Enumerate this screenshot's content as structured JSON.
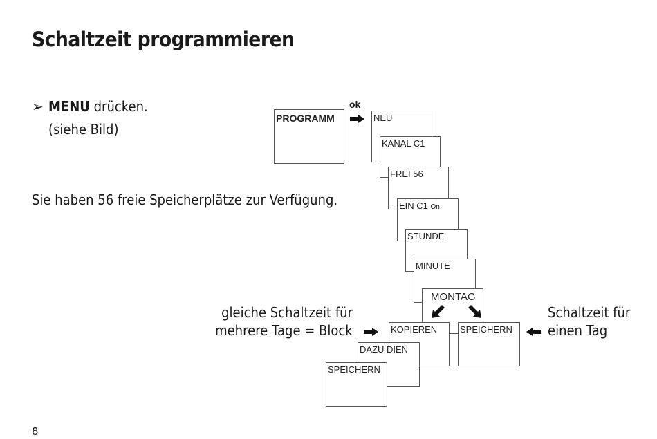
{
  "page": {
    "title": "Schaltzeit programmieren",
    "step_menu_bold": "MENU",
    "step_menu_rest": " drücken.",
    "step_menu_note": "(siehe Bild)",
    "info": "Sie haben 56 freie Speicherplätze zur Verfügung.",
    "page_number": "8"
  },
  "diagram": {
    "ok_label": "ok",
    "programm": "PROGRAMM",
    "steps": {
      "neu": "NEU",
      "kanal": "KANAL C1",
      "frei": "FREI  56",
      "ein": "EIN C1 ",
      "ein_sub": "On",
      "stunde": "STUNDE",
      "minute": "MINUTE",
      "montag": "MONTAG",
      "kopieren": "KOPIEREN",
      "speichern_right": "SPEICHERN",
      "dazu": "DAZU DIEN",
      "speichern_left": "SPEICHERN"
    },
    "left_caption_1": "gleiche Schaltzeit für",
    "left_caption_2": "mehrere Tage = Block",
    "right_caption_1": "Schaltzeit für",
    "right_caption_2": "einen Tag"
  }
}
